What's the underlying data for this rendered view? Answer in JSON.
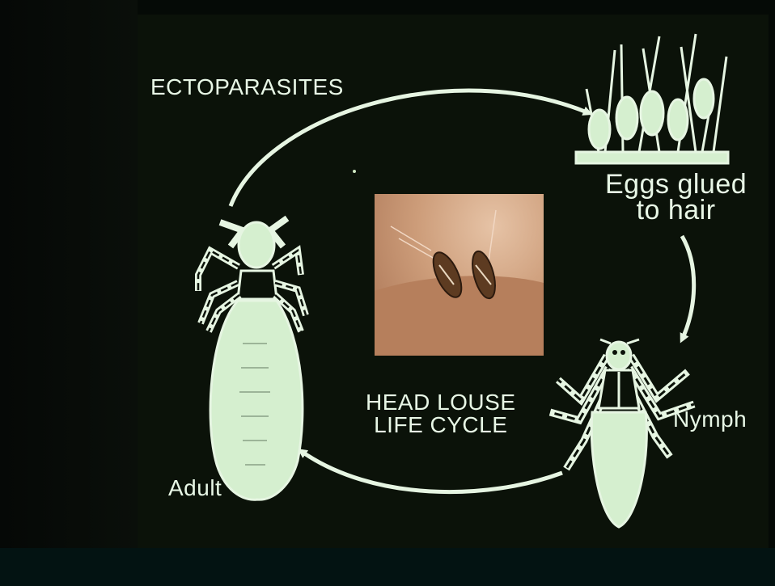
{
  "title": "ECTOPARASITES",
  "center_title": [
    "HEAD LOUSE",
    "LIFE CYCLE"
  ],
  "stages": {
    "eggs": [
      "Eggs glued",
      "to hair"
    ],
    "nymph": "Nymph",
    "adult": "Adult"
  },
  "colors": {
    "line": "#e6f5e2",
    "fill": "#d5efcf",
    "background": "#0b1209"
  }
}
